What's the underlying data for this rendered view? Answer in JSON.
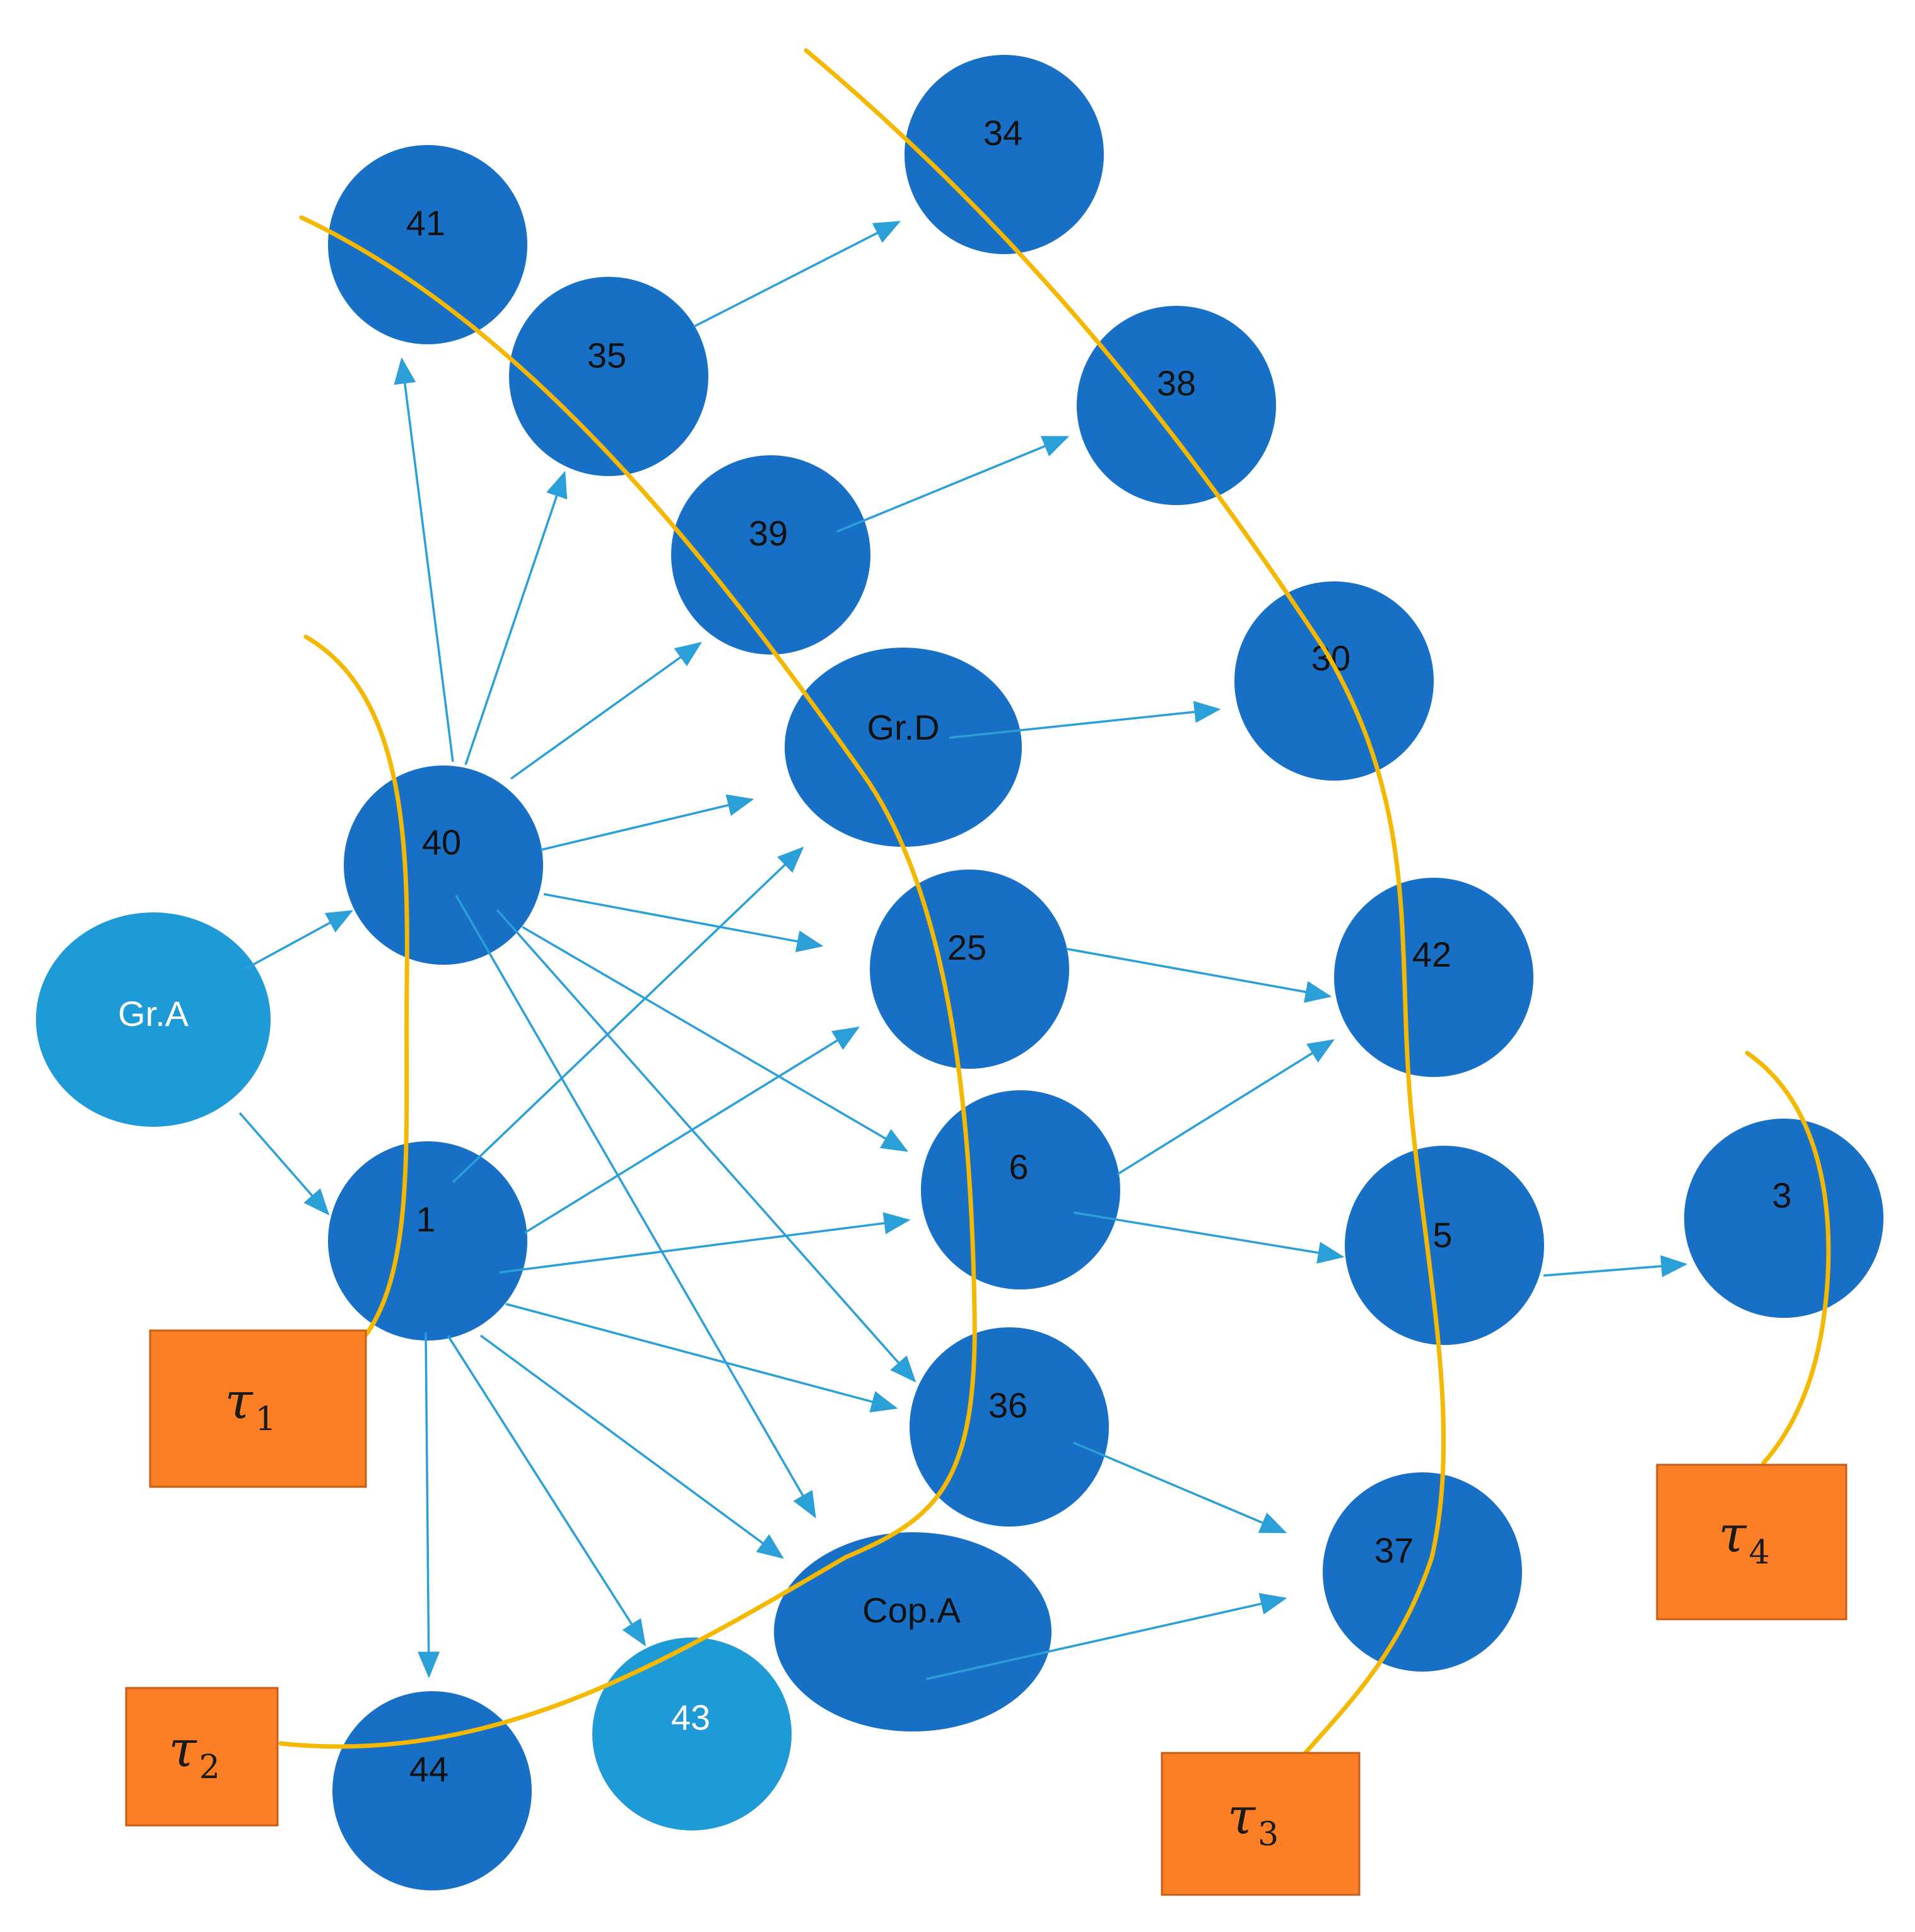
{
  "colors": {
    "node_dark": "#1870c6",
    "node_light": "#1e9ad6",
    "edge": "#2a9fd8",
    "boundary": "#f5b800",
    "tau_box": "#fc7f26",
    "tau_border": "#c65f15",
    "text_dark": "#111111",
    "text_light": "#ffffff"
  },
  "nodes": [
    {
      "id": "GrA",
      "label": "Gr.A",
      "style": "light"
    },
    {
      "id": "n40",
      "label": "40",
      "style": "dark"
    },
    {
      "id": "n1",
      "label": "1",
      "style": "dark"
    },
    {
      "id": "n41",
      "label": "41",
      "style": "dark"
    },
    {
      "id": "n35",
      "label": "35",
      "style": "dark"
    },
    {
      "id": "n39",
      "label": "39",
      "style": "dark"
    },
    {
      "id": "GrD",
      "label": "Gr.D",
      "style": "dark"
    },
    {
      "id": "n25",
      "label": "25",
      "style": "dark"
    },
    {
      "id": "n6",
      "label": "6",
      "style": "dark"
    },
    {
      "id": "n36",
      "label": "36",
      "style": "dark"
    },
    {
      "id": "CopA",
      "label": "Cop.A",
      "style": "dark"
    },
    {
      "id": "n43",
      "label": "43",
      "style": "light"
    },
    {
      "id": "n44",
      "label": "44",
      "style": "dark"
    },
    {
      "id": "n34",
      "label": "34",
      "style": "dark"
    },
    {
      "id": "n38",
      "label": "38",
      "style": "dark"
    },
    {
      "id": "n30",
      "label": "30",
      "style": "dark"
    },
    {
      "id": "n42",
      "label": "42",
      "style": "dark"
    },
    {
      "id": "n5",
      "label": "5",
      "style": "dark"
    },
    {
      "id": "n37",
      "label": "37",
      "style": "dark"
    },
    {
      "id": "n3",
      "label": "3",
      "style": "dark"
    }
  ],
  "edges": [
    {
      "from": "GrA",
      "to": "n40"
    },
    {
      "from": "GrA",
      "to": "n1"
    },
    {
      "from": "n40",
      "to": "n41"
    },
    {
      "from": "n40",
      "to": "n35"
    },
    {
      "from": "n40",
      "to": "n39"
    },
    {
      "from": "n40",
      "to": "GrD"
    },
    {
      "from": "n40",
      "to": "n25"
    },
    {
      "from": "n40",
      "to": "n6"
    },
    {
      "from": "n40",
      "to": "n36"
    },
    {
      "from": "n40",
      "to": "CopA"
    },
    {
      "from": "n1",
      "to": "GrD"
    },
    {
      "from": "n1",
      "to": "n25"
    },
    {
      "from": "n1",
      "to": "n6"
    },
    {
      "from": "n1",
      "to": "n36"
    },
    {
      "from": "n1",
      "to": "CopA"
    },
    {
      "from": "n1",
      "to": "n43"
    },
    {
      "from": "n1",
      "to": "n44"
    },
    {
      "from": "n35",
      "to": "n34"
    },
    {
      "from": "n39",
      "to": "n38"
    },
    {
      "from": "GrD",
      "to": "n30"
    },
    {
      "from": "n25",
      "to": "n42"
    },
    {
      "from": "n6",
      "to": "n42"
    },
    {
      "from": "n6",
      "to": "n5"
    },
    {
      "from": "n36",
      "to": "n37"
    },
    {
      "from": "CopA",
      "to": "n37"
    },
    {
      "from": "n5",
      "to": "n3"
    }
  ],
  "tau_labels": [
    {
      "id": "tau1",
      "symbol": "τ",
      "subscript": "1"
    },
    {
      "id": "tau2",
      "symbol": "τ",
      "subscript": "2"
    },
    {
      "id": "tau3",
      "symbol": "τ",
      "subscript": "3"
    },
    {
      "id": "tau4",
      "symbol": "τ",
      "subscript": "4"
    }
  ]
}
